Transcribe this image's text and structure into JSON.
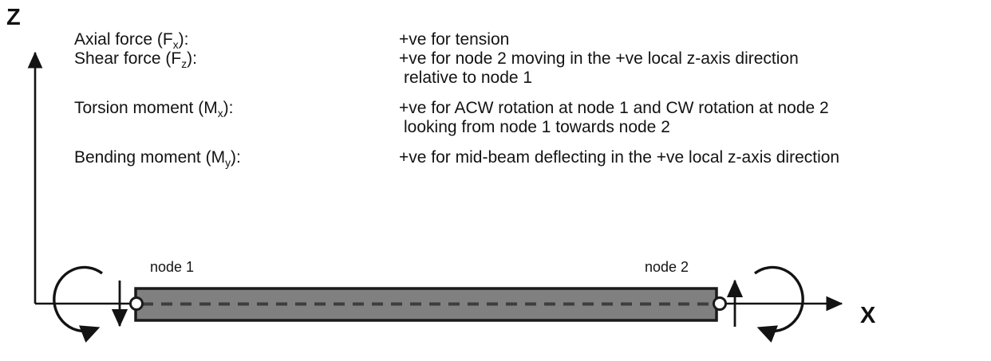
{
  "diagram": {
    "axes": {
      "z_label": "Z",
      "x_label": "X"
    },
    "legend": [
      {
        "term_prefix": "Axial force (F",
        "term_sub": "x",
        "term_suffix": "):",
        "desc": "+ve for tension",
        "desc_cont": ""
      },
      {
        "term_prefix": "Shear force (F",
        "term_sub": "z",
        "term_suffix": "):",
        "desc": "+ve for node 2 moving in the +ve local z-axis direction",
        "desc_cont": "relative to node 1"
      },
      {
        "term_prefix": "Torsion moment (M",
        "term_sub": "x",
        "term_suffix": "):",
        "desc": "+ve for ACW rotation at node 1 and CW rotation at node 2",
        "desc_cont": "looking from node 1 towards node 2"
      },
      {
        "term_prefix": "Bending moment (M",
        "term_sub": "y",
        "term_suffix": "):",
        "desc": "+ve for mid-beam deflecting in the +ve local z-axis direction",
        "desc_cont": ""
      }
    ],
    "beam": {
      "node1_label": "node 1",
      "node2_label": "node 2"
    },
    "colors": {
      "beam_fill": "#808080",
      "beam_stroke": "#1a1a1a",
      "centerline": "#3d3d3d",
      "axis_line": "#131313",
      "node_fill": "#ffffff",
      "text": "#131313"
    }
  }
}
